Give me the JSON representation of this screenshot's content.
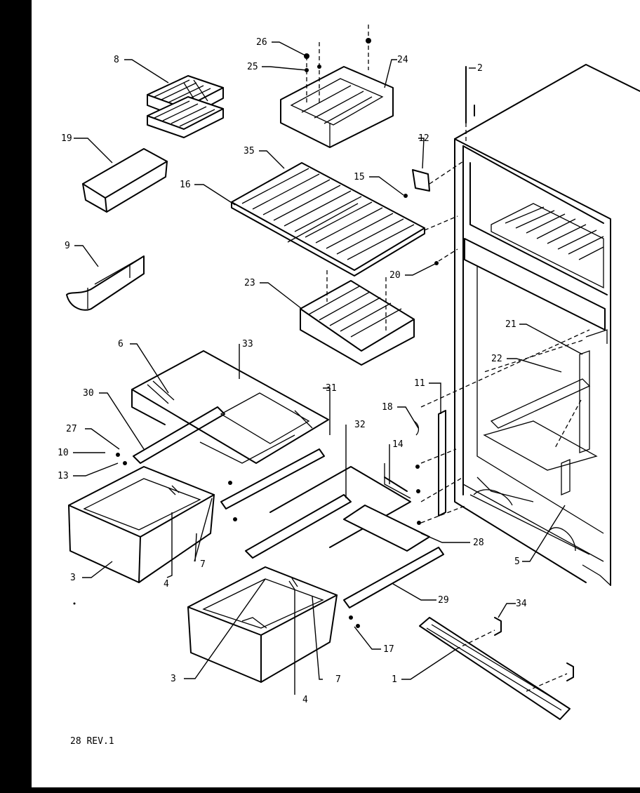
{
  "labels": {
    "l1": "1",
    "l2": "2",
    "l3a": "3",
    "l3b": "3",
    "l4a": "4",
    "l4b": "4",
    "l5": "5",
    "l6": "6",
    "l7a": "7",
    "l7b": "7",
    "l8": "8",
    "l9": "9",
    "l10": "10",
    "l11": "11",
    "l12": "12",
    "l13": "13",
    "l14": "14",
    "l15": "15",
    "l16": "16",
    "l17": "17",
    "l18": "18",
    "l19": "19",
    "l20": "20",
    "l21": "21",
    "l22": "22",
    "l23": "23",
    "l24": "24",
    "l25": "25",
    "l26": "26",
    "l27": "27",
    "l28": "28",
    "l29": "29",
    "l30": "30",
    "l31": "31",
    "l32": "32",
    "l33": "33",
    "l34": "34",
    "l35": "35"
  },
  "footer": {
    "revision": "28 REV.1"
  }
}
